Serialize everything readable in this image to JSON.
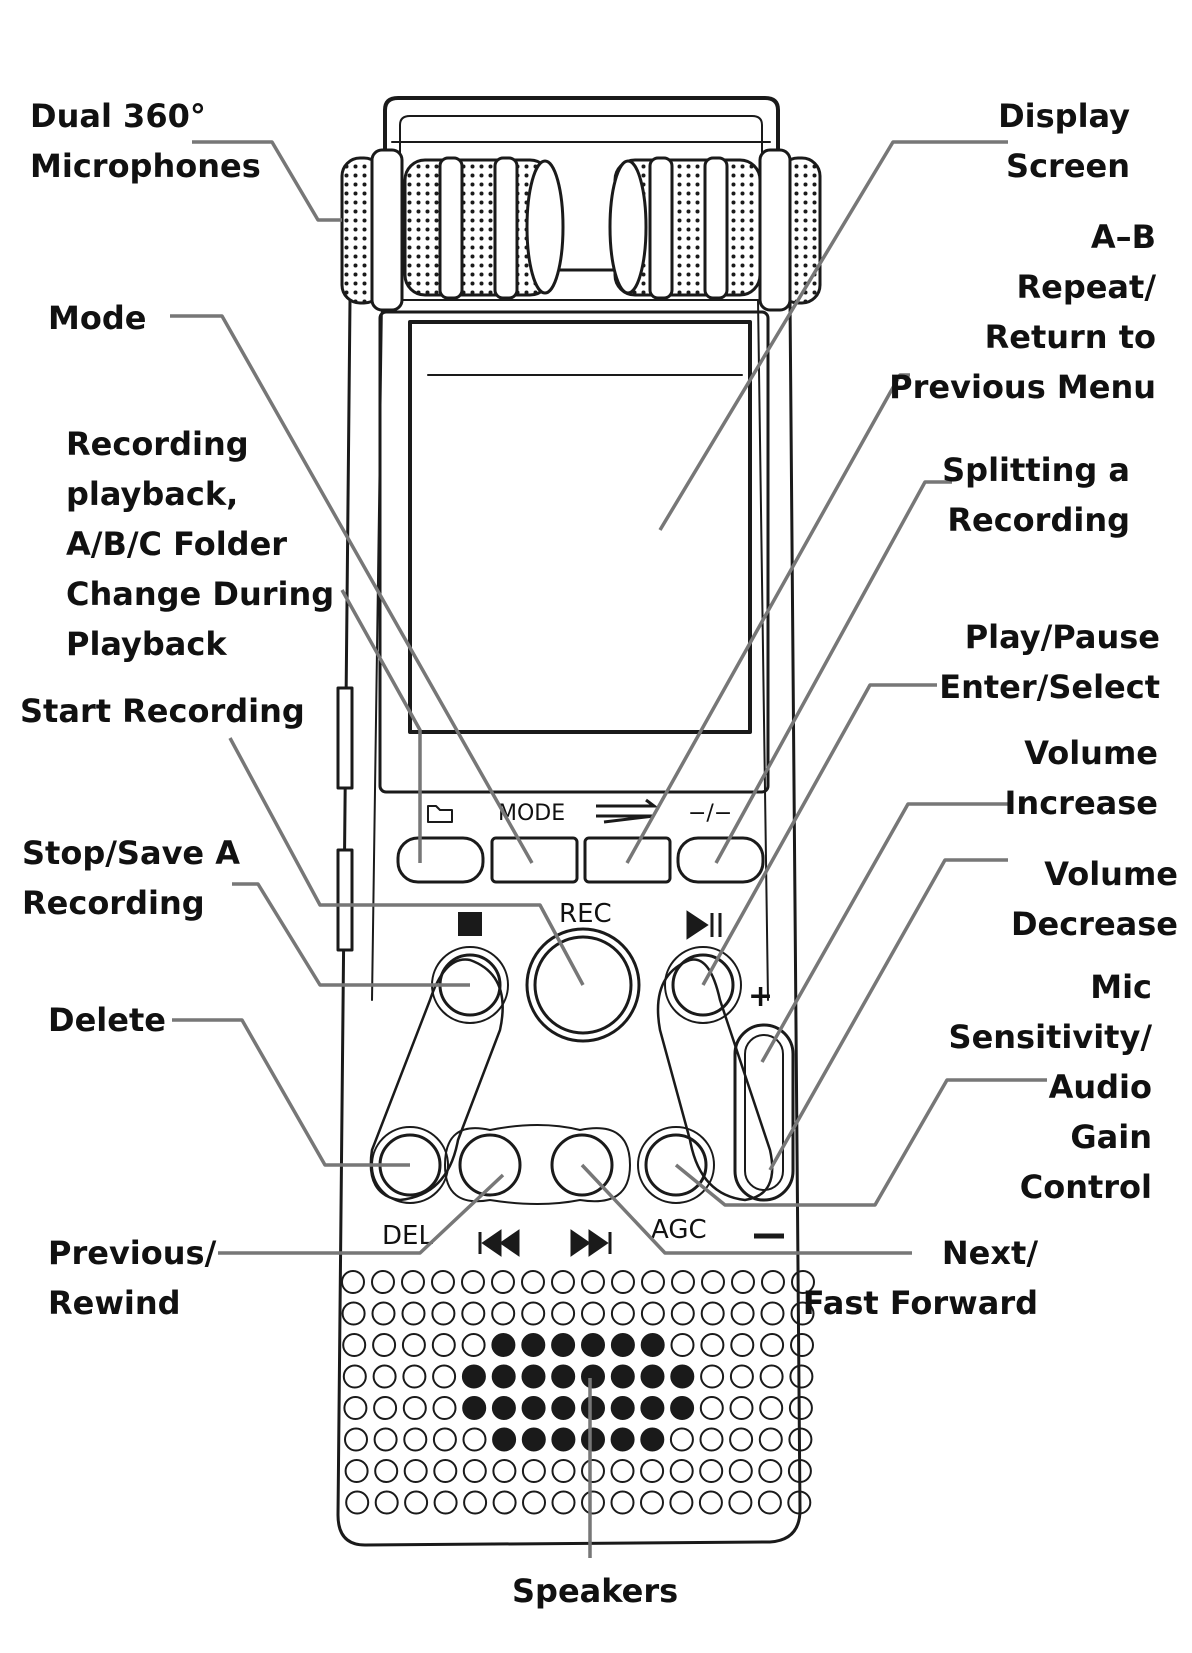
{
  "colors": {
    "stroke": "#1a1a1a",
    "leader": "#777777",
    "text": "#111111",
    "background": "#ffffff"
  },
  "device_markings": {
    "folder_key": "folder-icon",
    "mode_key": "MODE",
    "ab_key": "return-arrow-icon",
    "split_key": "−/−",
    "rec": "REC",
    "stop": "stop-icon",
    "play_pause": "play-pause-icon",
    "plus": "+",
    "minus": "−",
    "del": "DEL",
    "agc": "AGC",
    "prev": "rewind-icon",
    "next": "fast-forward-icon"
  },
  "labels": {
    "mics": [
      "Dual 360°",
      "Microphones"
    ],
    "display": [
      "Display",
      "Screen"
    ],
    "ab_repeat": [
      "A–B",
      "Repeat/",
      "Return to",
      "Previous Menu"
    ],
    "mode": [
      "Mode"
    ],
    "folder": [
      "Recording",
      "playback,",
      "A/B/C  Folder",
      "Change During",
      "Playback"
    ],
    "split": [
      "Splitting a",
      "Recording"
    ],
    "play": [
      "Play/Pause",
      "Enter/Select"
    ],
    "start_rec": [
      "Start Recording"
    ],
    "vol_up": [
      "Volume",
      "Increase"
    ],
    "stop": [
      "Stop/Save A",
      "Recording"
    ],
    "vol_down": [
      "Volume",
      "Decrease"
    ],
    "agc": [
      "Mic",
      "Sensitivity/",
      "Audio",
      "Gain",
      "Control"
    ],
    "delete": [
      "Delete"
    ],
    "prev": [
      "Previous/",
      "Rewind"
    ],
    "next": [
      "Next/",
      "Fast Forward"
    ],
    "speakers": [
      "Speakers"
    ]
  }
}
